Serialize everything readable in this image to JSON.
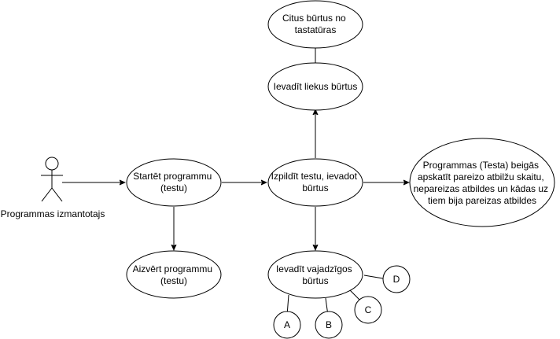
{
  "actor": {
    "label": "Programmas izmantotajs"
  },
  "nodes": {
    "start": {
      "lines": [
        "Startēt programmu",
        "(testu)"
      ]
    },
    "close": {
      "lines": [
        "Aizvērt programmu",
        "(testu)"
      ]
    },
    "do_test": {
      "lines": [
        "Izpildīt testu, ievadot",
        "būrtus"
      ]
    },
    "extra": {
      "lines": [
        "Ievadīt liekus būrtus"
      ]
    },
    "other_keys": {
      "lines": [
        "Citus būrtus no",
        "tastatūras"
      ]
    },
    "needed": {
      "lines": [
        "Ievadīt vajadzīgos",
        "būrtus"
      ]
    },
    "result": {
      "lines": [
        "Programmas (Testa) beigās",
        "apskatīt pareizo atbilžu skaitu,",
        "nepareizas atbildes un kādas uz",
        "tiem bija pareizas atbildes"
      ]
    },
    "opt_a": {
      "lines": [
        "A"
      ]
    },
    "opt_b": {
      "lines": [
        "B"
      ]
    },
    "opt_c": {
      "lines": [
        "C"
      ]
    },
    "opt_d": {
      "lines": [
        "D"
      ]
    }
  }
}
